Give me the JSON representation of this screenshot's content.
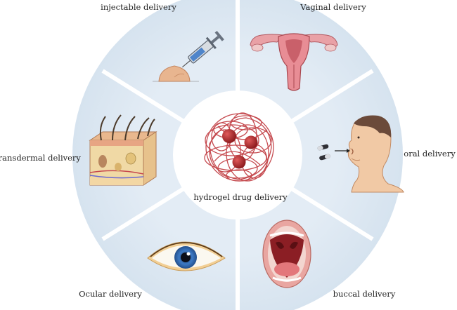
{
  "diagram": {
    "center_label": "hydrogel drug delivery",
    "segments": [
      {
        "label": "injectable delivery",
        "icon": "syringe-injection-icon"
      },
      {
        "label": "Vaginal delivery",
        "icon": "uterus-icon"
      },
      {
        "label": "oral delivery",
        "icon": "person-swallowing-pill-icon"
      },
      {
        "label": "buccal delivery",
        "icon": "open-mouth-icon"
      },
      {
        "label": "Ocular delivery",
        "icon": "eye-icon"
      },
      {
        "label": "transdermal delivery",
        "icon": "skin-cross-section-icon"
      }
    ],
    "colors": {
      "segment_fill": "#dfe9f3",
      "segment_border": "#ffffff",
      "center_fill": "#ffffff",
      "hydrogel": "#c0474b",
      "drug_particle": "#b0282c"
    }
  }
}
